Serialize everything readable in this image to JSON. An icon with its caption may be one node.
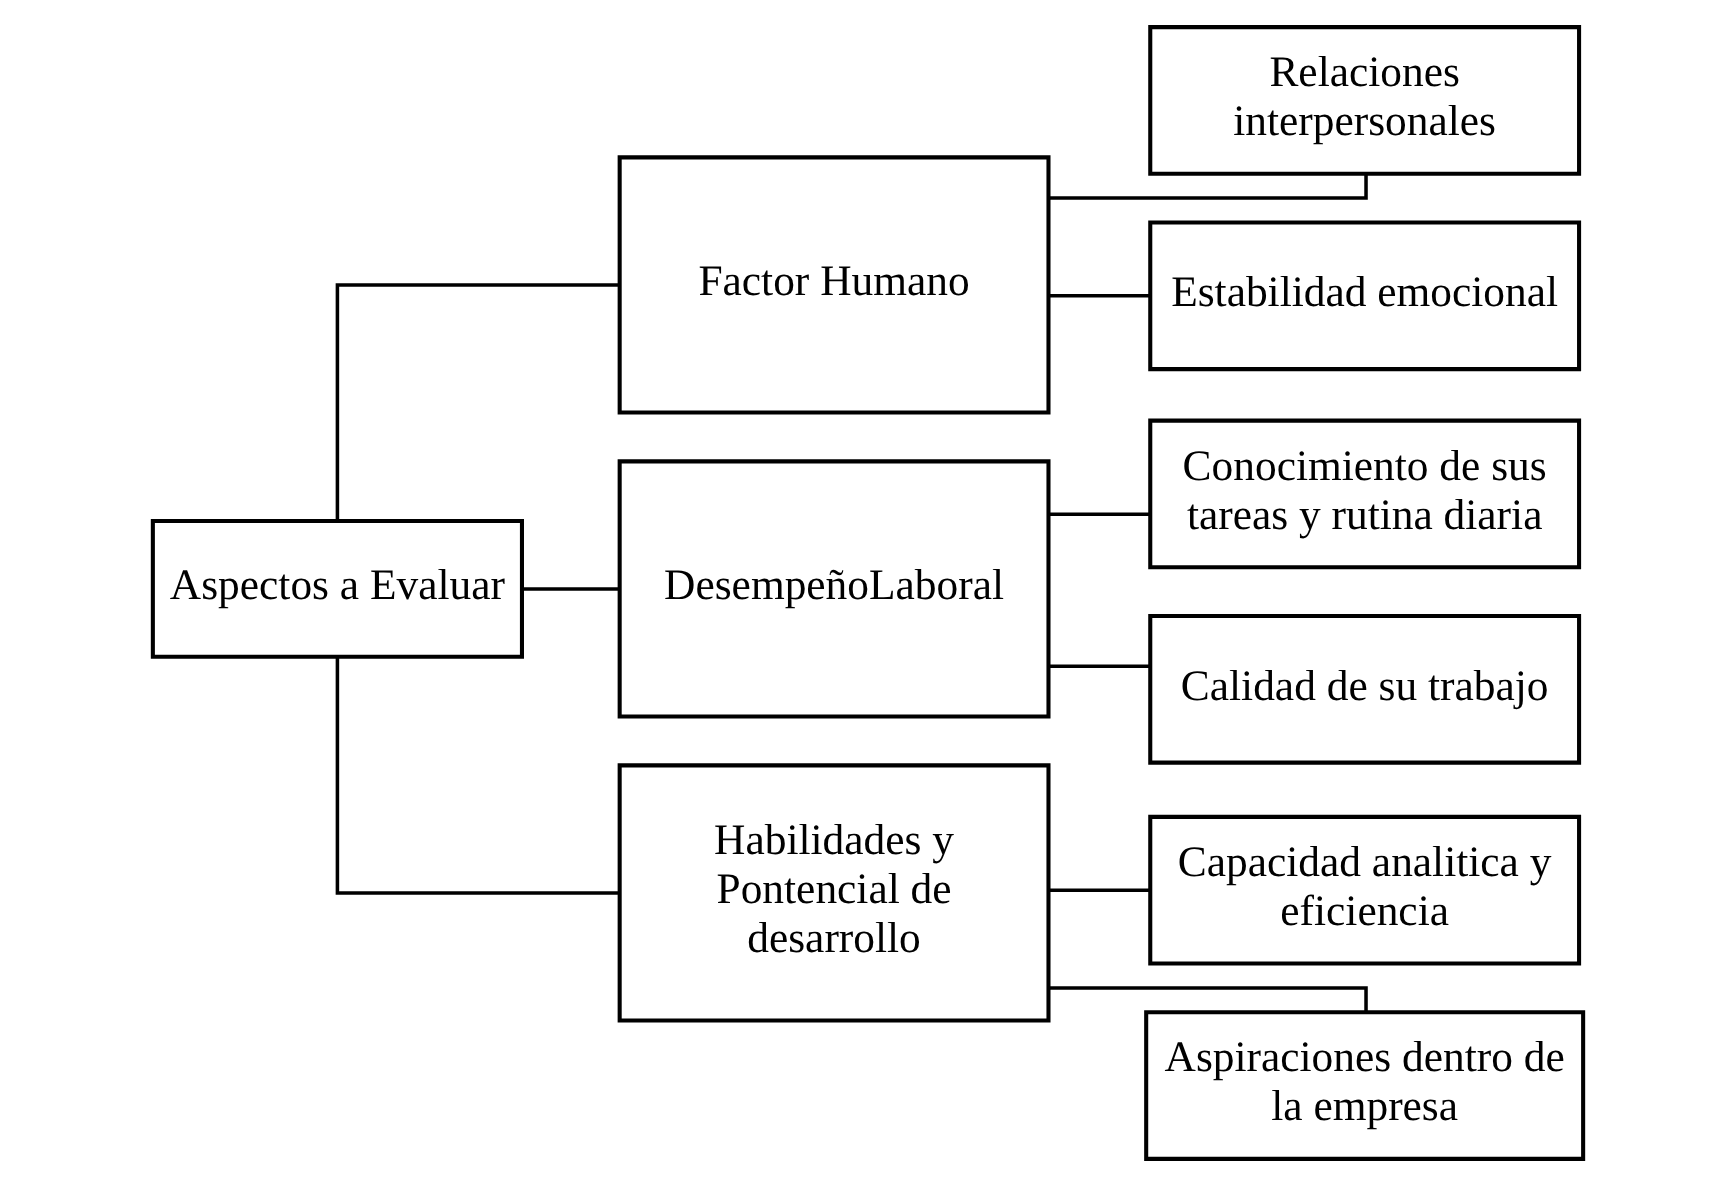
{
  "diagram": {
    "nodes": [
      {
        "text": [
          "Aspectos a Evaluar"
        ]
      },
      {
        "text": [
          "Factor Humano"
        ]
      },
      {
        "text": [
          "Relaciones interpersonales"
        ]
      },
      {
        "text": [
          "Estabilidad emocional"
        ]
      },
      {
        "text": [
          "DesempeñoLaboral"
        ]
      },
      {
        "text": [
          "Conocimiento de sus tareas y rutina diaria"
        ]
      },
      {
        "text": [
          "Calidad de su trabajo"
        ]
      },
      {
        "text": [
          "Habilidades y Pontencial de desarrollo"
        ]
      },
      {
        "text": [
          "Capacidad analitica y eficiencia"
        ]
      },
      {
        "text": [
          "Aspiraciones dentro de la empresa"
        ]
      }
    ],
    "edges": [
      {
        "from": 0,
        "to": 1,
        "arrow": "none"
      },
      {
        "from": 0,
        "to": 4,
        "arrow": "none"
      },
      {
        "from": 0,
        "to": 7,
        "arrow": "none"
      },
      {
        "from": 1,
        "to": 2,
        "arrow": "none"
      },
      {
        "from": 1,
        "to": 3,
        "arrow": "none"
      },
      {
        "from": 4,
        "to": 5,
        "arrow": "none"
      },
      {
        "from": 4,
        "to": 6,
        "arrow": "none"
      },
      {
        "from": 7,
        "to": 8,
        "arrow": "none"
      },
      {
        "from": 7,
        "to": 9,
        "arrow": "none"
      }
    ]
  }
}
